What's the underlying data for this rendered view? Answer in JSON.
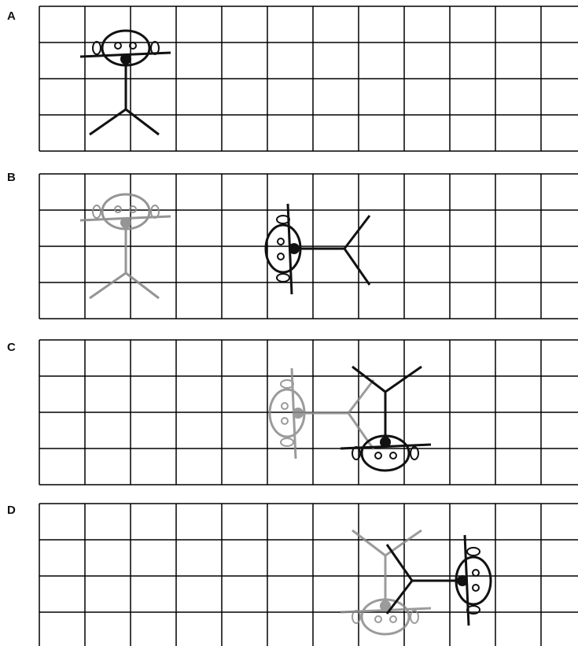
{
  "panels": [
    {
      "label": "A"
    },
    {
      "label": "B"
    },
    {
      "label": "C"
    },
    {
      "label": "D"
    }
  ],
  "colors": {
    "grid": "#000000",
    "figure_dark": "#111111",
    "figure_faint": "#8a8a8a"
  }
}
